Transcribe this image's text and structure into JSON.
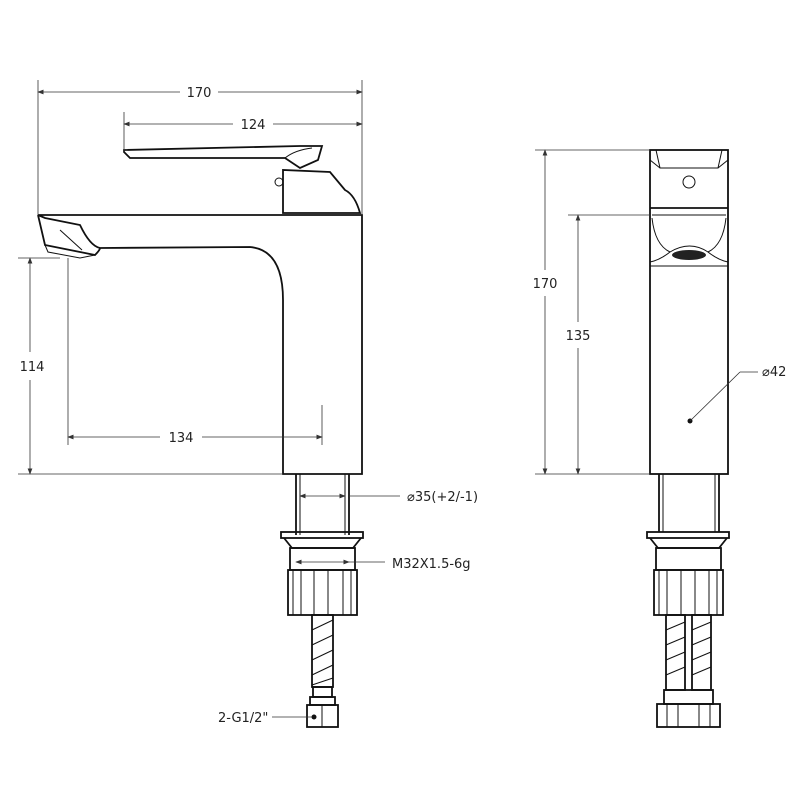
{
  "side_view": {
    "overall_width": "170",
    "handle_length": "124",
    "spout_height": "114",
    "spout_reach": "134",
    "shank_diameter": "⌀35(+2/-1)",
    "thread": "M32X1.5-6g",
    "hose_connection": "2-G1/2\""
  },
  "front_view": {
    "overall_height": "170",
    "body_height": "135",
    "body_diameter": "⌀42"
  },
  "colors": {
    "line": "#111111",
    "background": "#ffffff"
  }
}
